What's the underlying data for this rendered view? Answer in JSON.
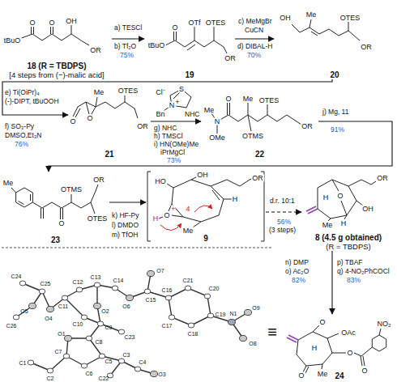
{
  "diagram": {
    "nodes": [
      {
        "text": [
          "18 (R = TBDPS)",
          "[4 steps from (−)-malic acid]"
        ]
      },
      {
        "text": [
          "19"
        ]
      },
      {
        "text": [
          "20"
        ]
      },
      {
        "text": [
          "21"
        ]
      },
      {
        "text": [
          "22"
        ]
      },
      {
        "text": [
          "23"
        ]
      },
      {
        "text": [
          "9"
        ]
      },
      {
        "text": [
          "8 (4.5 g obtained)",
          "(R = TBDPS)"
        ]
      },
      {
        "text": [
          "24"
        ]
      }
    ],
    "edges": [
      {
        "from": 0,
        "to": 1,
        "arrow": "to"
      },
      {
        "from": 1,
        "to": 2,
        "arrow": "to"
      },
      {
        "from": 2,
        "to": 3,
        "arrow": "to"
      },
      {
        "from": 3,
        "to": 4,
        "arrow": "to"
      },
      {
        "from": 4,
        "to": 5,
        "arrow": "to"
      },
      {
        "from": 5,
        "to": 6,
        "arrow": "to"
      },
      {
        "from": 6,
        "to": 7,
        "arrow": "to"
      },
      {
        "from": 7,
        "to": 8,
        "arrow": "to"
      }
    ],
    "labels": [
      "tBuO",
      "O",
      "O",
      "OH",
      "OR",
      "a) TESCl",
      "b) Tf₂O",
      "75%",
      "tBuO",
      "O",
      "OTf",
      "OTES",
      "OR",
      "c) MeMgBr",
      "CuCN",
      "d) DIBAL-H",
      "70%",
      "OH",
      "Me",
      "OTES",
      "OR",
      "e) Ti(OiPr)₄",
      "(-)-DIPT, tBuOOH",
      "f) SO₃-Py",
      "DMSO,Et₃N",
      "76%",
      "O",
      "O",
      "Me",
      "OTES",
      "OR",
      "Cl⁻",
      "N",
      "+",
      "S",
      "Bn",
      "NHC",
      "g) NHC",
      "h) TMSCl",
      "i) HN(OMe)Me",
      "iPrMgCl",
      "73%",
      "Me",
      "N",
      "OMe",
      "O",
      "Me",
      "OTMS",
      "OTES",
      "OR",
      "j) Mg, 11",
      "91%",
      "Me",
      "O",
      "OTMS",
      "OTES",
      "OR",
      "k) HF-Py",
      "l) DMDO",
      "m) TfOH",
      "HO",
      "OH",
      "OR",
      "H",
      "H",
      "O",
      "+",
      "4",
      "Me",
      "d.r. 10:1",
      "56%",
      "(3 steps)",
      "OR",
      "H",
      "O",
      "OH",
      "H",
      "Me",
      "n) DMP",
      "o) Ac₂O",
      "82%",
      "p) TBAF",
      "q) 4-NO₂PhCOCl",
      "83%",
      "≡",
      "O",
      "OAc",
      "H",
      "O",
      "Me",
      "O",
      "O",
      "NO₂",
      "C24",
      "C25",
      "O5",
      "C26",
      "O4",
      "C11",
      "C12",
      "C13",
      "C14",
      "O6",
      "C15",
      "O7",
      "C16",
      "C21",
      "C20",
      "C19",
      "C18",
      "C17",
      "N1",
      "O9",
      "O8",
      "O2",
      "C10",
      "C9",
      "C23",
      "C8",
      "O1",
      "C7",
      "C6",
      "C5",
      "C3",
      "C4",
      "O3",
      "C2",
      "C1",
      "C22"
    ]
  }
}
